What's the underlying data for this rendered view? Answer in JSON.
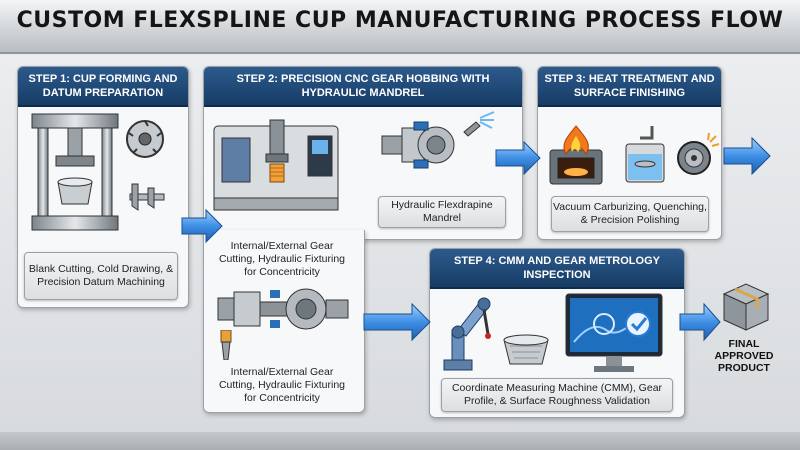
{
  "title": "CUSTOM FLEXSPLINE CUP MANUFACTURING PROCESS FLOW",
  "steps": {
    "s1": {
      "title": "STEP 1: CUP FORMING AND DATUM PREPARATION",
      "caption": "Blank Cutting, Cold Drawing, & Precision Datum Machining"
    },
    "s2": {
      "title": "STEP 2: PRECISION CNC GEAR HOBBING WITH HYDRAULIC MANDREL",
      "mandrel_caption": "Hydraulic Flexdrapine Mandrel",
      "caption_top": "Internal/External Gear Cutting, Hydraulic Fixturing for Concentricity",
      "caption_bottom": "Internal/External Gear Cutting, Hydraulic Fixturing for Concentricity"
    },
    "s3": {
      "title": "STEP 3: HEAT TREATMENT AND SURFACE FINISHING",
      "caption": "Vacuum Carburizing, Quenching, & Precision Polishing"
    },
    "s4": {
      "title": "STEP 4: CMM AND GEAR METROLOGY INSPECTION",
      "caption": "Coordinate Measuring Machine (CMM), Gear Profile, & Surface Roughness Validation"
    }
  },
  "final": {
    "label": "FINAL APPROVED PRODUCT"
  },
  "icons": [
    "hydraulic-press-icon",
    "circular-saw-icon",
    "caliper-icon",
    "cnc-machine-icon",
    "hydraulic-mandrel-icon",
    "coolant-spray-icon",
    "mandrel-assembly-icon",
    "end-mill-icon",
    "furnace-icon",
    "quench-tank-icon",
    "polishing-wheel-icon",
    "robot-arm-icon",
    "measured-cup-icon",
    "monitor-icon",
    "final-box-icon",
    "arrow-icon"
  ],
  "colors": {
    "header_blue": "#1f4a78",
    "arrow_blue": "#3f8fe6",
    "flame_orange": "#f07a1a",
    "check_blue": "#2a7ad6"
  }
}
